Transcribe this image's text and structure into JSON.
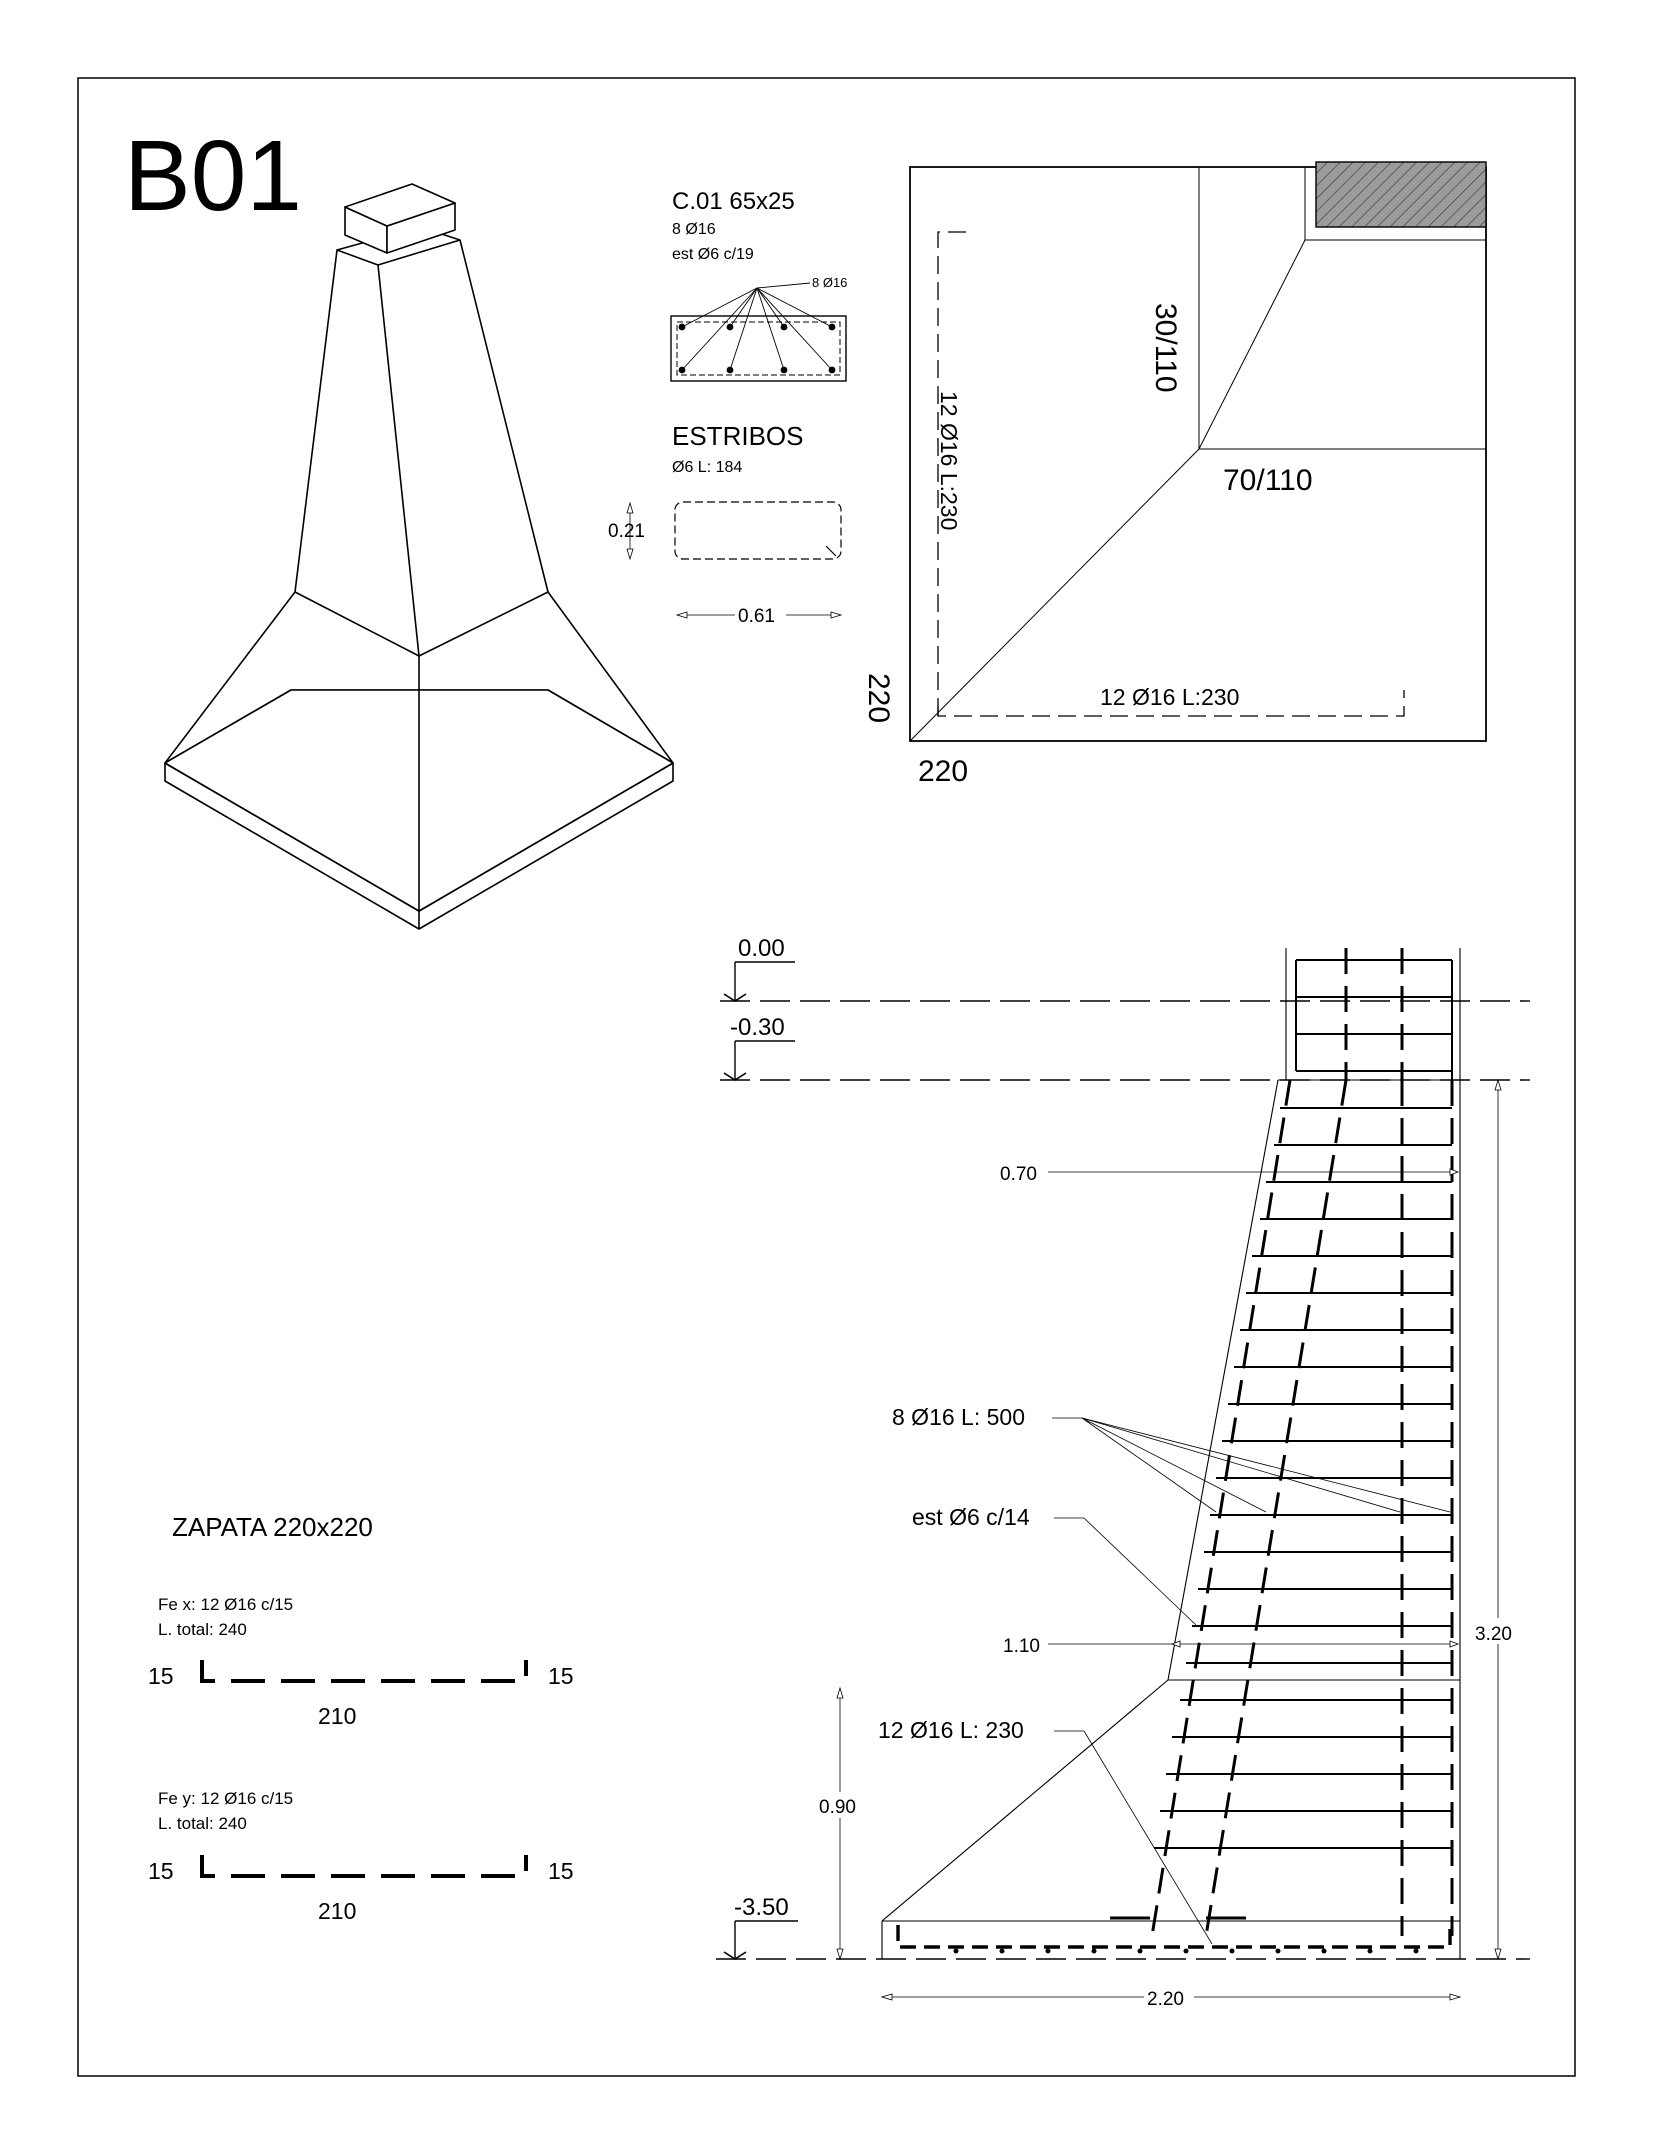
{
  "sheet": {
    "code": "B01"
  },
  "column": {
    "title": "C.01 65x25",
    "bars": "8 Ø16",
    "stirrups": "est Ø6 c/19",
    "section_label": "8 Ø16"
  },
  "stirrup_detail": {
    "title": "ESTRIBOS",
    "spec": "Ø6 L: 184",
    "height": "0.21",
    "width": "0.61"
  },
  "plan": {
    "dim_x": "220",
    "dim_y": "220",
    "bars_x": "12 Ø16 L:230",
    "bars_y": "12 Ø16 L:230",
    "slope_1": "30/110",
    "slope_2": "70/110"
  },
  "footing": {
    "title": "ZAPATA 220x220",
    "fe_x": {
      "spec": "Fe x: 12 Ø16 c/15",
      "total": "L. total: 240",
      "hook_left": "15",
      "hook_right": "15",
      "length": "210"
    },
    "fe_y": {
      "spec": "Fe y: 12 Ø16 c/15",
      "total": "L. total: 240",
      "hook_left": "15",
      "hook_right": "15",
      "length": "210"
    }
  },
  "elevation": {
    "levels": [
      "0.00",
      "-0.30",
      "-3.50"
    ],
    "dim_top": "0.70",
    "dim_mid": "1.10",
    "dim_height": "3.20",
    "dim_base_h": "0.90",
    "dim_base_w": "2.20",
    "label_bars": "8 Ø16 L: 500",
    "label_stirrups": "est Ø6 c/14",
    "label_base_bars": "12 Ø16 L: 230"
  }
}
